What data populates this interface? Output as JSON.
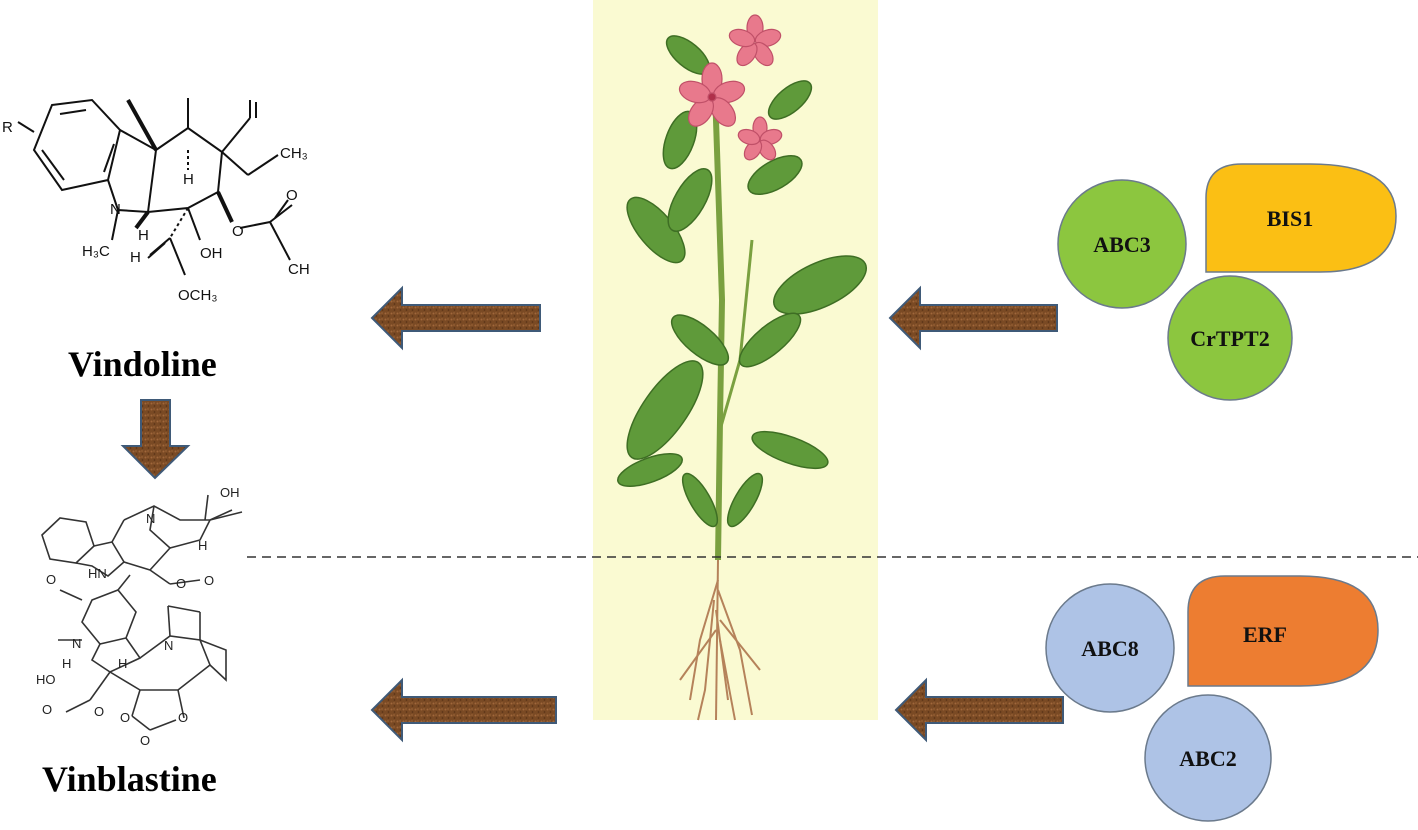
{
  "compounds": {
    "upper": {
      "name": "Vindoline"
    },
    "lower": {
      "name": "Vinblastine"
    }
  },
  "structure_atoms": {
    "vindoline": [
      "R",
      "N",
      "H",
      "H₃C",
      "H",
      "OH",
      "O",
      "OCH₃",
      "O",
      "CH₃",
      "CH",
      "H"
    ],
    "vinblastine": [
      "OH",
      "N",
      "H",
      "HN",
      "O",
      "O",
      "O",
      "N",
      "H",
      "H",
      "N",
      "HO",
      "O",
      "O",
      "O",
      "O",
      "O"
    ]
  },
  "upper_section": {
    "nodes": [
      {
        "id": "abc3",
        "label": "ABC3",
        "shape": "circle",
        "color": "#8cc63f"
      },
      {
        "id": "bis1",
        "label": "BIS1",
        "shape": "drop",
        "color": "#fbbf14"
      },
      {
        "id": "crtpt2",
        "label": "CrTPT2",
        "shape": "circle",
        "color": "#8cc63f"
      }
    ]
  },
  "lower_section": {
    "nodes": [
      {
        "id": "abc8",
        "label": "ABC8",
        "shape": "circle",
        "color": "#aec3e6"
      },
      {
        "id": "erf",
        "label": "ERF",
        "shape": "drop",
        "color": "#ed7d31"
      },
      {
        "id": "abc2",
        "label": "ABC2",
        "shape": "circle",
        "color": "#aec3e6"
      }
    ]
  },
  "arrow_color": "#7a4a24",
  "plant_background": "#fafad2"
}
